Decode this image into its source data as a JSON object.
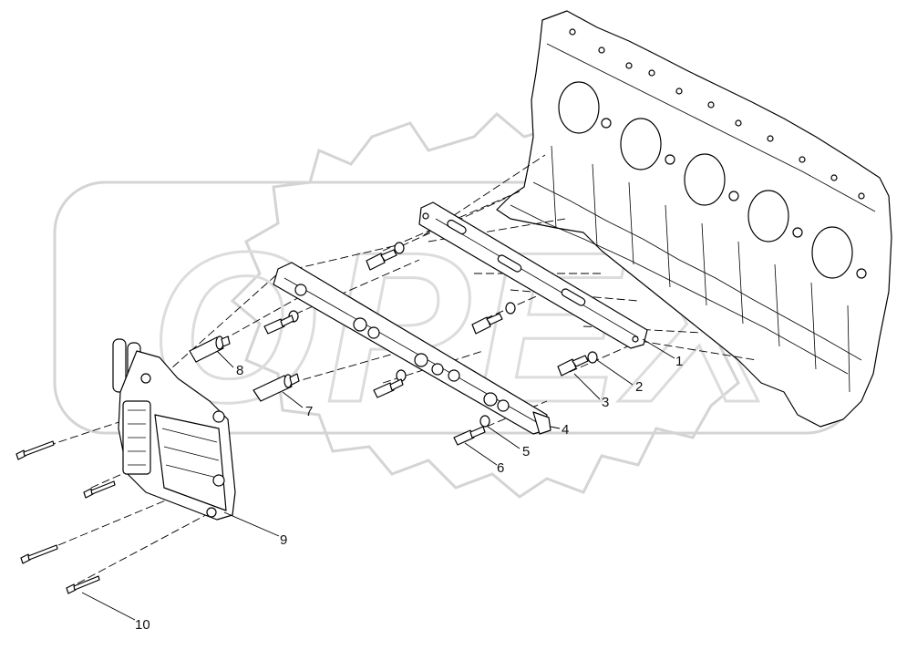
{
  "diagram": {
    "watermark_text": "OPEX",
    "callouts": [
      {
        "id": "1",
        "label": "1"
      },
      {
        "id": "2",
        "label": "2"
      },
      {
        "id": "3",
        "label": "3"
      },
      {
        "id": "4",
        "label": "4"
      },
      {
        "id": "5",
        "label": "5"
      },
      {
        "id": "6",
        "label": "6"
      },
      {
        "id": "7",
        "label": "7"
      },
      {
        "id": "8",
        "label": "8"
      },
      {
        "id": "9",
        "label": "9"
      },
      {
        "id": "10",
        "label": "10"
      }
    ],
    "colors": {
      "line": "#000000",
      "watermark": "#d4d4d4",
      "background": "#ffffff"
    }
  }
}
